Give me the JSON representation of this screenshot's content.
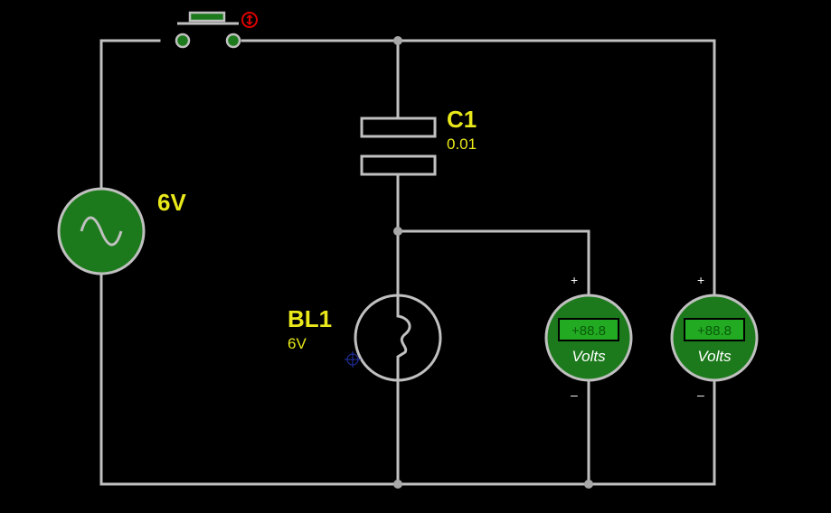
{
  "components": {
    "source": {
      "label": "6V",
      "symbol": "ac-sine-icon"
    },
    "capacitor": {
      "name": "C1",
      "value": "0.01"
    },
    "bulb": {
      "name": "BL1",
      "value": "6V"
    },
    "voltmeter_1": {
      "readout": "+88.8",
      "unit": "Volts",
      "plus": "+",
      "minus": "–"
    },
    "voltmeter_2": {
      "readout": "+88.8",
      "unit": "Volts",
      "plus": "+",
      "minus": "–"
    },
    "switch": {
      "type": "push-button",
      "indicator": "warning-icon"
    }
  },
  "colors": {
    "background": "#000000",
    "wire": "#c0c0c0",
    "component_fill": "#1c7a1c",
    "label": "#e8e81a",
    "indicator": "#dd0000"
  }
}
